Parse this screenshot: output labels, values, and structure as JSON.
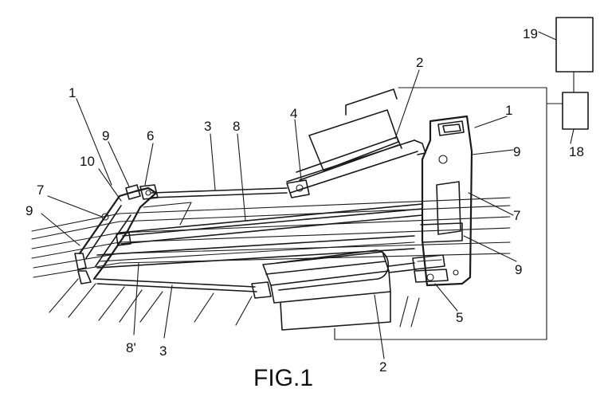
{
  "figure": {
    "caption": "FIG.1"
  },
  "labels": {
    "n1a": "1",
    "n1b": "1",
    "n2a": "2",
    "n2b": "2",
    "n3a": "3",
    "n3b": "3",
    "n4": "4",
    "n5": "5",
    "n6": "6",
    "n7a": "7",
    "n7b": "7",
    "n8": "8",
    "n8p": "8'",
    "n9a": "9",
    "n9b": "9",
    "n9c": "9",
    "n9d": "9",
    "n10": "10",
    "n18": "18",
    "n19": "19"
  },
  "colors": {
    "ink": "#1a1a1a",
    "paper": "#ffffff"
  }
}
